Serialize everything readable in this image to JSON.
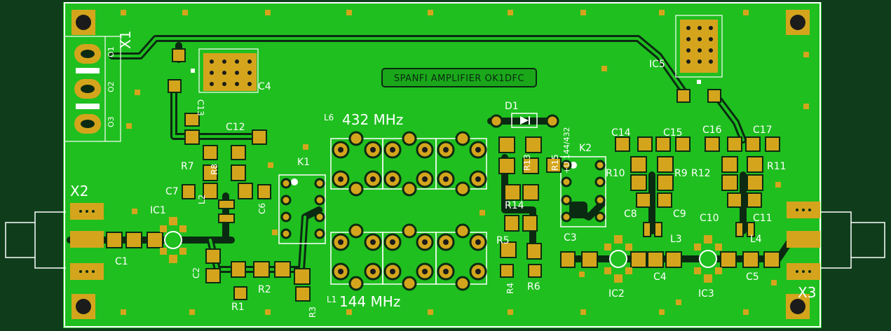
{
  "board": {
    "logo_text": "SPANFI AMPLIFIER OK1DFC",
    "colors": {
      "background": "#0f3d1c",
      "copper": "#1fbf1f",
      "pad": "#d4a51c",
      "silk": "#ffffff"
    }
  },
  "labels": {
    "x1": "X1",
    "x2": "X2",
    "x3": "X3",
    "pin1": "O1",
    "pin2": "O2",
    "pin3": "O3",
    "ic1": "IC1",
    "ic2": "IC2",
    "ic3": "IC3",
    "ic5": "IC5",
    "k1": "K1",
    "k2": "K2",
    "d1": "D1",
    "c1": "C1",
    "c2": "C2",
    "c3": "C3",
    "c4": "C4",
    "c5": "C5",
    "c6": "C6",
    "c7": "C7",
    "c8": "C8",
    "c9": "C9",
    "c10": "C10",
    "c11": "C11",
    "c12": "C12",
    "c13": "C13",
    "c14": "C14",
    "c15": "C15",
    "c16": "C16",
    "c17": "C17",
    "r1": "R1",
    "r2": "R2",
    "r3": "R3",
    "r4": "R4",
    "r5": "R5",
    "r6": "R6",
    "r7": "R7",
    "r8": "R8",
    "r9": "R9",
    "r10": "R10",
    "r11": "R11",
    "r12": "R12",
    "r13": "R13",
    "r14": "R14",
    "r15": "R15",
    "l1": "L1",
    "l2": "L2",
    "l3": "L3",
    "l4": "L4",
    "l6": "L6",
    "freq_432": "432 MHz",
    "freq_144": "144 MHz",
    "switch_label": "+U 144/432"
  }
}
